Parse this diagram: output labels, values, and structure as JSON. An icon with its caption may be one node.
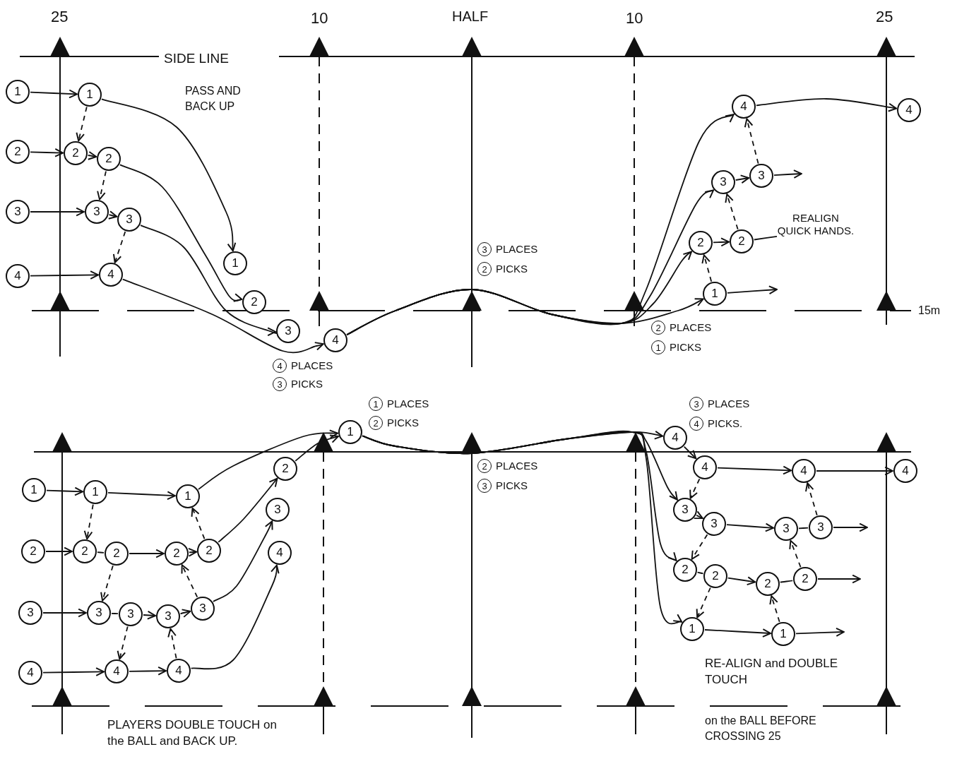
{
  "diagram": {
    "nodes": [
      {
        "text": [
          "1"
        ]
      },
      {
        "text": [
          "2"
        ]
      },
      {
        "text": [
          "3"
        ]
      },
      {
        "text": [
          "4"
        ]
      },
      {
        "text": [
          "1"
        ]
      },
      {
        "text": [
          "2"
        ]
      },
      {
        "text": [
          "2"
        ]
      },
      {
        "text": [
          "3"
        ]
      },
      {
        "text": [
          "3"
        ]
      },
      {
        "text": [
          "4"
        ]
      },
      {
        "text": [
          "1"
        ]
      },
      {
        "text": [
          "2"
        ]
      },
      {
        "text": [
          "3"
        ]
      },
      {
        "text": [
          "4"
        ]
      },
      {
        "text": [
          "4"
        ]
      },
      {
        "text": [
          "3"
        ]
      },
      {
        "text": [
          "3"
        ]
      },
      {
        "text": [
          "2"
        ]
      },
      {
        "text": [
          "2"
        ]
      },
      {
        "text": [
          "1"
        ]
      },
      {
        "text": [
          "4"
        ]
      },
      {
        "text": [
          "1"
        ]
      },
      {
        "text": [
          "2"
        ]
      },
      {
        "text": [
          "3"
        ]
      },
      {
        "text": [
          "4"
        ]
      },
      {
        "text": [
          "1"
        ]
      },
      {
        "text": [
          "2"
        ]
      },
      {
        "text": [
          "2"
        ]
      },
      {
        "text": [
          "3"
        ]
      },
      {
        "text": [
          "3"
        ]
      },
      {
        "text": [
          "4"
        ]
      },
      {
        "text": [
          "1"
        ]
      },
      {
        "text": [
          "2"
        ]
      },
      {
        "text": [
          "2"
        ]
      },
      {
        "text": [
          "3"
        ]
      },
      {
        "text": [
          "3"
        ]
      },
      {
        "text": [
          "4"
        ]
      },
      {
        "text": [
          "2"
        ]
      },
      {
        "text": [
          "3"
        ]
      },
      {
        "text": [
          "4"
        ]
      },
      {
        "text": [
          "1"
        ]
      },
      {
        "text": [
          "4"
        ]
      },
      {
        "text": [
          "4"
        ]
      },
      {
        "text": [
          "3"
        ]
      },
      {
        "text": [
          "3"
        ]
      },
      {
        "text": [
          "2"
        ]
      },
      {
        "text": [
          "2"
        ]
      },
      {
        "text": [
          "1"
        ]
      },
      {
        "text": [
          "4"
        ]
      },
      {
        "text": [
          "4"
        ]
      },
      {
        "text": [
          "3"
        ]
      },
      {
        "text": [
          "3"
        ]
      },
      {
        "text": [
          "2"
        ]
      },
      {
        "text": [
          "2"
        ]
      },
      {
        "text": [
          "1"
        ]
      },
      {
        "text": [
          "REALIGN QUICK HANDS."
        ]
      }
    ],
    "edges": [
      {
        "from": 0,
        "to": 4,
        "arrow": "to"
      },
      {
        "from": 1,
        "to": 5,
        "arrow": "to"
      },
      {
        "from": 5,
        "to": 6,
        "arrow": "to"
      },
      {
        "from": 2,
        "to": 7,
        "arrow": "to"
      },
      {
        "from": 7,
        "to": 8,
        "arrow": "to"
      },
      {
        "from": 3,
        "to": 9,
        "arrow": "to"
      },
      {
        "from": 4,
        "to": 5,
        "arrow": "to",
        "style": "dashed"
      },
      {
        "from": 6,
        "to": 7,
        "arrow": "to",
        "style": "dashed"
      },
      {
        "from": 8,
        "to": 9,
        "arrow": "to",
        "style": "dashed"
      },
      {
        "from": 4,
        "to": 10,
        "arrow": "to"
      },
      {
        "from": 6,
        "to": 11,
        "arrow": "to"
      },
      {
        "from": 8,
        "to": 12,
        "arrow": "to"
      },
      {
        "from": 9,
        "to": 13,
        "arrow": "to"
      },
      {
        "from": 13,
        "to": 19,
        "arrow": "to"
      },
      {
        "from": 13,
        "to": 17,
        "arrow": "to"
      },
      {
        "from": 13,
        "to": 15,
        "arrow": "to"
      },
      {
        "from": 13,
        "to": 14,
        "arrow": "to"
      },
      {
        "from": 17,
        "to": 18,
        "arrow": "to"
      },
      {
        "from": 15,
        "to": 16,
        "arrow": "to"
      },
      {
        "from": 19,
        "to": 17,
        "arrow": "to",
        "style": "dashed"
      },
      {
        "from": 18,
        "to": 15,
        "arrow": "to",
        "style": "dashed"
      },
      {
        "from": 16,
        "to": 14,
        "arrow": "to",
        "style": "dashed"
      },
      {
        "from": 14,
        "to": 20,
        "arrow": "to"
      },
      {
        "from": 16,
        "to": null,
        "arrow": "to"
      },
      {
        "from": 19,
        "to": null,
        "arrow": "to"
      },
      {
        "from": 18,
        "to": 55,
        "arrow": "none"
      },
      {
        "from": 21,
        "to": 25,
        "arrow": "to"
      },
      {
        "from": 25,
        "to": 31,
        "arrow": "to"
      },
      {
        "from": 22,
        "to": 26,
        "arrow": "to"
      },
      {
        "from": 26,
        "to": 27,
        "arrow": "none"
      },
      {
        "from": 27,
        "to": 32,
        "arrow": "to"
      },
      {
        "from": 32,
        "to": 33,
        "arrow": "to"
      },
      {
        "from": 23,
        "to": 28,
        "arrow": "to"
      },
      {
        "from": 28,
        "to": 29,
        "arrow": "none"
      },
      {
        "from": 29,
        "to": 34,
        "arrow": "to"
      },
      {
        "from": 34,
        "to": 35,
        "arrow": "to"
      },
      {
        "from": 24,
        "to": 30,
        "arrow": "to"
      },
      {
        "from": 30,
        "to": 36,
        "arrow": "to"
      },
      {
        "from": 25,
        "to": 26,
        "arrow": "to",
        "style": "dashed"
      },
      {
        "from": 27,
        "to": 28,
        "arrow": "to",
        "style": "dashed"
      },
      {
        "from": 29,
        "to": 30,
        "arrow": "to",
        "style": "dashed"
      },
      {
        "from": 33,
        "to": 31,
        "arrow": "to",
        "style": "dashed"
      },
      {
        "from": 35,
        "to": 32,
        "arrow": "to",
        "style": "dashed"
      },
      {
        "from": 36,
        "to": 34,
        "arrow": "to",
        "style": "dashed"
      },
      {
        "from": 31,
        "to": 40,
        "arrow": "to"
      },
      {
        "from": 37,
        "to": 40,
        "arrow": "to"
      },
      {
        "from": 33,
        "to": 37,
        "arrow": "to"
      },
      {
        "from": 35,
        "to": 38,
        "arrow": "to"
      },
      {
        "from": 36,
        "to": 39,
        "arrow": "to"
      },
      {
        "from": 40,
        "to": 41,
        "arrow": "to"
      },
      {
        "from": 40,
        "to": 43,
        "arrow": "to"
      },
      {
        "from": 40,
        "to": 45,
        "arrow": "to"
      },
      {
        "from": 40,
        "to": 47,
        "arrow": "to"
      },
      {
        "from": 41,
        "to": 42,
        "arrow": "to"
      },
      {
        "from": 42,
        "to": 43,
        "arrow": "to",
        "style": "dashed"
      },
      {
        "from": 43,
        "to": 44,
        "arrow": "to"
      },
      {
        "from": 44,
        "to": 45,
        "arrow": "to",
        "style": "dashed"
      },
      {
        "from": 45,
        "to": 46,
        "arrow": "none"
      },
      {
        "from": 46,
        "to": 47,
        "arrow": "to",
        "style": "dashed"
      },
      {
        "from": 42,
        "to": 48,
        "arrow": "to"
      },
      {
        "from": 48,
        "to": 49,
        "arrow": "to"
      },
      {
        "from": 44,
        "to": 50,
        "arrow": "to"
      },
      {
        "from": 50,
        "to": 51,
        "arrow": "none"
      },
      {
        "from": 51,
        "to": null,
        "arrow": "to"
      },
      {
        "from": 46,
        "to": 52,
        "arrow": "to"
      },
      {
        "from": 52,
        "to": 53,
        "arrow": "none"
      },
      {
        "from": 53,
        "to": null,
        "arrow": "to"
      },
      {
        "from": 47,
        "to": 54,
        "arrow": "to"
      },
      {
        "from": 54,
        "to": null,
        "arrow": "to"
      },
      {
        "from": 51,
        "to": 48,
        "arrow": "to",
        "style": "dashed"
      },
      {
        "from": 53,
        "to": 50,
        "arrow": "to",
        "style": "dashed"
      },
      {
        "from": 54,
        "to": 52,
        "arrow": "to",
        "style": "dashed"
      }
    ],
    "labels": [
      "25",
      "10",
      "HALF",
      "10",
      "25",
      "SIDE LINE",
      "PASS AND BACK UP",
      "3 PLACES",
      "2 PICKS",
      "15m",
      "2 PLACES",
      "1 PICKS",
      "4 PLACES",
      "3 PICKS",
      "1 PLACES",
      "2 PICKS",
      "3 PLACES",
      "4 PICKS.",
      "2 PLACES",
      "3 PICKS",
      "PLAYERS DOUBLE TOUCH on the BALL and BACK UP.",
      "RE-ALIGN and DOUBLE TOUCH",
      "on the BALL BEFORE CROSSING 25"
    ]
  }
}
